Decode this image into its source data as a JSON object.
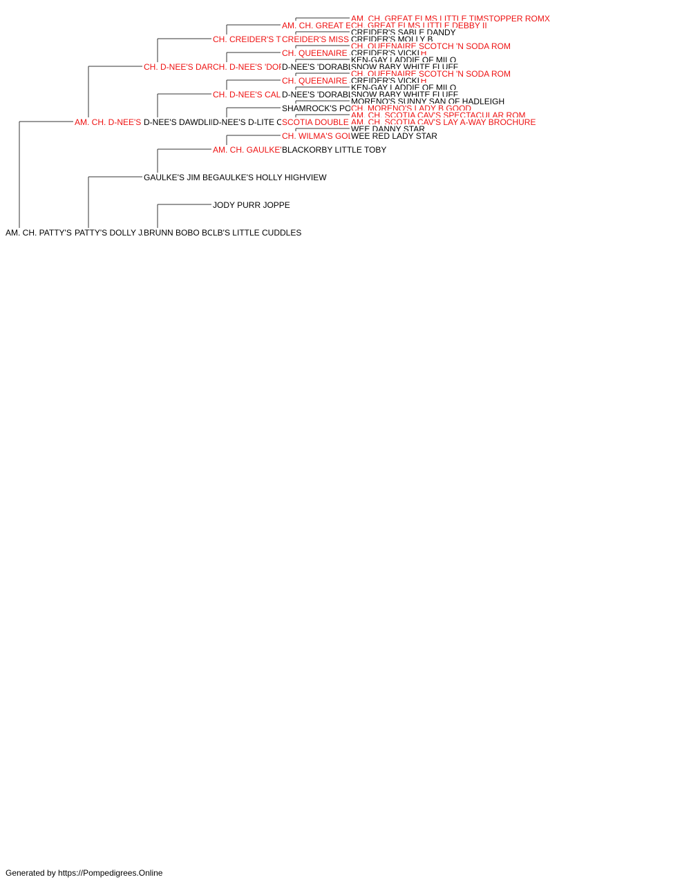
{
  "colors": {
    "champion": "#ee1111",
    "normal": "#000000",
    "line": "#333333"
  },
  "pedigree": {
    "name": "AM. CH. PATTY'S DUFFIE'S LIL SKIPPER",
    "red": false,
    "sire": {
      "name": "AM. CH. D-NEE'S DARIN' DUFFIE ROM",
      "red": true,
      "sire": {
        "name": "CH. D-NEE'S DARIN' DINADAN ROM",
        "red": true,
        "sire": {
          "name": "CH. CREIDER'S TIMOTHY TOPCAT ROM",
          "red": true,
          "sire": {
            "name": "AM. CH. GREAT ELMS TIMSTOPPER AGAIN ROMX",
            "red": true,
            "sire": {
              "name": "AM. CH. GREAT ELMS LITTLE TIMSTOPPER ROMX",
              "red": true
            },
            "dam": {
              "name": "CH. GREAT ELMS LITTLE DEBBY II",
              "red": true
            }
          },
          "dam": {
            "name": "CREIDER'S MISS MAGGIE ROM",
            "red": true,
            "sire": {
              "name": "CREIDER'S SABLE DANDY",
              "red": false
            },
            "dam": {
              "name": "CREIDER'S MOLLY B",
              "red": false
            }
          }
        },
        "dam": {
          "name": "CH. D-NEE'S 'DORABLE DAZZLER",
          "red": true,
          "sire": {
            "name": "CH. QUEENAIRE JIGGER O SCOTCH",
            "red": true,
            "sire": {
              "name": "CH. QUEENAIRE SCOTCH 'N SODA ROM",
              "red": true
            },
            "dam": {
              "name": "CREIDER'S VICKI",
              "red": false
            }
          },
          "dam": {
            "name": "D-NEE'S 'DORABLE DOLLY",
            "red": false,
            "sire": {
              "name": "KEN-GAY LADDIE OF MILO",
              "red": false
            },
            "dam": {
              "name": "SNOW BABY WHITE FLUFF",
              "red": false
            }
          }
        }
      },
      "dam": {
        "name": "D-NEE'S DAWDLING DUMPLIN'",
        "red": false,
        "sire": {
          "name": "CH. D-NEE'S CALL ME WART",
          "red": true,
          "sire": {
            "name": "CH. QUEENAIRE JIGGER O SCOTCH",
            "red": true,
            "sire": {
              "name": "CH. QUEENAIRE SCOTCH 'N SODA ROM",
              "red": true
            },
            "dam": {
              "name": "CREIDER'S VICKI",
              "red": false
            }
          },
          "dam": {
            "name": "D-NEE'S 'DORABLE DOLLY",
            "red": false,
            "sire": {
              "name": "KEN-GAY LADDIE OF MILO",
              "red": false
            },
            "dam": {
              "name": "SNOW BABY WHITE FLUFF",
              "red": false
            }
          }
        },
        "dam": {
          "name": "D-NEE'S D-LITE OF POMIRISH",
          "red": false,
          "sire": {
            "name": "SHAMROCK'S POMIRISH GEM SMOKEY",
            "red": false,
            "sire": {
              "name": "MORENO'S SUNNY SAN OF HADLEIGH",
              "red": false
            },
            "dam": {
              "name": "CH. MORENO'S LADY B GOOD",
              "red": true
            }
          },
          "dam": {
            "name": "SCOTIA DOUBLE GR DA O'CAVILIER ROMX",
            "red": true,
            "sire": {
              "name": "AM. CH. SCOTIA CAV'S SPECTACULAR ROM",
              "red": true
            },
            "dam": {
              "name": "AM. CH. SCOTIA CAV'S LAY A-WAY BROCHURE",
              "red": true
            }
          }
        }
      }
    },
    "dam": {
      "name": "PATTY'S DOLLY JAY OF K C'S",
      "red": false,
      "sire": {
        "name": "GAULKE'S JIM BEAU OF STARLIGHT",
        "red": false,
        "sire": {
          "name": "AM. CH. GAULKE'S JINGLE JANGLE'S",
          "red": true,
          "sire": {
            "name": "CH. WILMA'S GOLDEN PARTY BOY",
            "red": true,
            "sire": {
              "name": "WEE DANNY STAR",
              "red": false
            },
            "dam": {
              "name": "WEE RED LADY STAR",
              "red": false
            }
          },
          "dam": {
            "name": "BLACKORBY LITTLE TOBY",
            "red": false
          }
        },
        "dam": {
          "name": "GAULKE'S HOLLY HIGHVIEW",
          "red": false
        }
      },
      "dam": {
        "name": "BRUNN BOBO BOUTIQUE",
        "red": false,
        "sire": {
          "name": "JODY PURR JOPPE",
          "red": false
        },
        "dam": {
          "name": "LB'S LITTLE CUDDLES",
          "red": false
        }
      }
    }
  },
  "footer": {
    "text": "Generated by https://Pompedigrees.Online"
  }
}
